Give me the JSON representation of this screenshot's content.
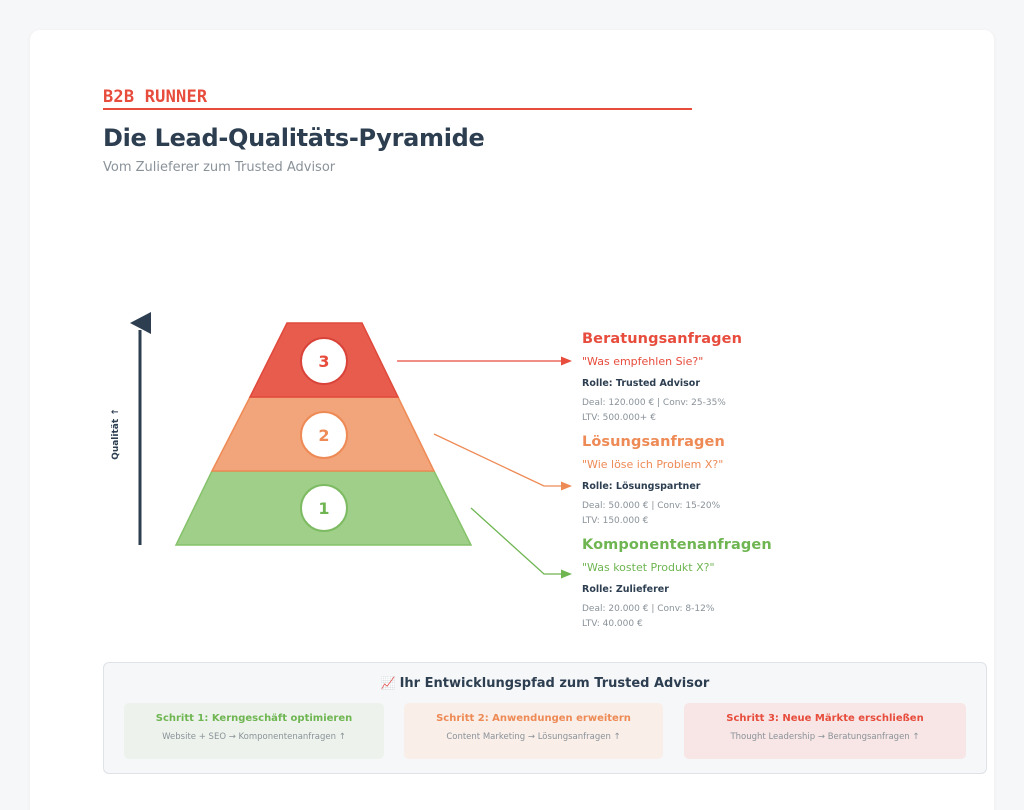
{
  "header": {
    "brand": "B2B RUNNER",
    "title": "Die Lead-Qualitäts-Pyramide",
    "subtitle": "Vom Zulieferer zum Trusted Advisor"
  },
  "colors": {
    "red": "#e74c3c",
    "orange": "#ee8a55",
    "green": "#6fb552",
    "red_fill": "#e85c4e",
    "orange_fill": "#f2a57a",
    "green_fill": "#9fcf88",
    "dark": "#2c3e50",
    "muted": "#8a9299"
  },
  "axis": {
    "label": "Qualität ↑"
  },
  "pyramid": {
    "tiers": [
      {
        "number": "3",
        "heading": "Beratungsanfragen",
        "question": "\"Was empfehlen Sie?\"",
        "role": "Rolle: Trusted Advisor",
        "deal": "Deal: 120.000 € | Conv: 25-35%",
        "ltv": "LTV: 500.000+ €"
      },
      {
        "number": "2",
        "heading": "Lösungsanfragen",
        "question": "\"Wie löse ich Problem X?\"",
        "role": "Rolle: Lösungspartner",
        "deal": "Deal: 50.000 € | Conv: 15-20%",
        "ltv": "LTV: 150.000 €"
      },
      {
        "number": "1",
        "heading": "Komponentenanfragen",
        "question": "\"Was kostet Produkt X?\"",
        "role": "Rolle: Zulieferer",
        "deal": "Deal: 20.000 € | Conv: 8-12%",
        "ltv": "LTV: 40.000 €"
      }
    ]
  },
  "path": {
    "icon": "📈",
    "title": "Ihr Entwicklungspfad zum Trusted Advisor",
    "steps": [
      {
        "title": "Schritt 1: Kerngeschäft optimieren",
        "desc": "Website + SEO → Komponentenanfragen ↑"
      },
      {
        "title": "Schritt 2: Anwendungen erweitern",
        "desc": "Content Marketing → Lösungsanfragen ↑"
      },
      {
        "title": "Schritt 3: Neue Märkte erschließen",
        "desc": "Thought Leadership → Beratungsanfragen ↑"
      }
    ]
  }
}
